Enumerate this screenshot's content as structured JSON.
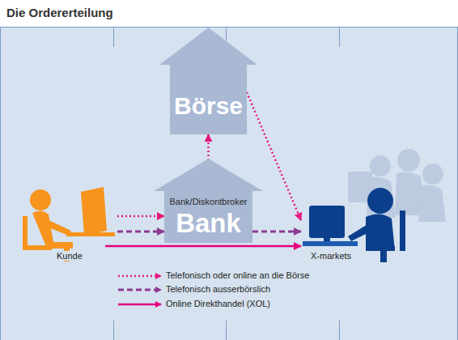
{
  "diagram": {
    "title": "Die Ordererteilung",
    "nodes": [
      {
        "text": [
          "Börse"
        ]
      },
      {
        "text": [
          "Bank/Diskontbroker",
          "Bank"
        ]
      },
      {
        "text": [
          "Kunde"
        ]
      },
      {
        "text": [
          "X-markets"
        ]
      }
    ],
    "edges": [
      {
        "from": 2,
        "to": 1,
        "arrow": "to"
      },
      {
        "from": 2,
        "to": 1,
        "arrow": "to"
      },
      {
        "from": 2,
        "to": 3,
        "arrow": "to"
      },
      {
        "from": 1,
        "to": 0,
        "arrow": "to"
      },
      {
        "from": 0,
        "to": 3,
        "arrow": "to"
      },
      {
        "from": 1,
        "to": 3,
        "arrow": "to"
      }
    ],
    "legend": [
      {
        "text": "Telefonisch oder online an die Börse"
      },
      {
        "text": "Telefonisch ausserbörslich"
      },
      {
        "text": "Online Direkthandel (XOL)"
      }
    ]
  }
}
